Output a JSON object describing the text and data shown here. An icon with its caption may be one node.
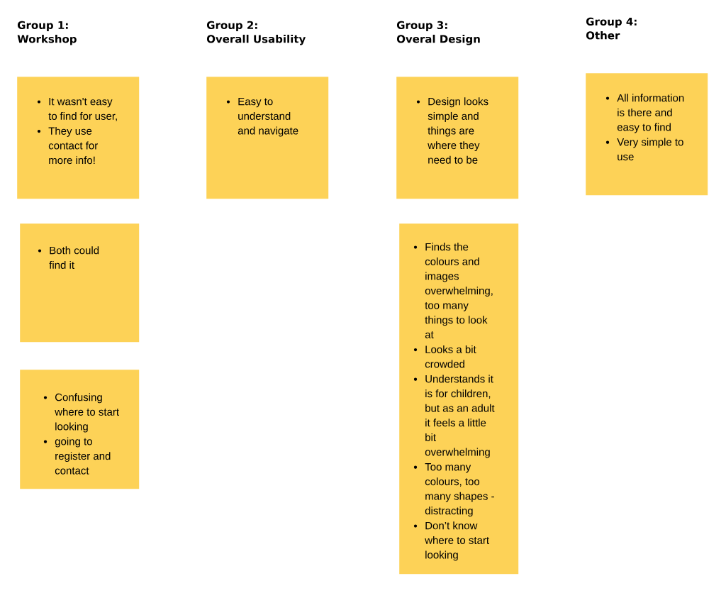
{
  "diagram": {
    "nodes": [
      {
        "text": [
          "It wasn't easy to find for user,",
          "They use contact for more info!"
        ]
      },
      {
        "text": [
          "Easy to understand and navigate"
        ]
      },
      {
        "text": [
          "Design looks simple and things are where they need to be"
        ]
      },
      {
        "text": [
          "All information is there and easy to find",
          "Very simple to use"
        ]
      },
      {
        "text": [
          "Both could find it"
        ]
      },
      {
        "text": [
          "Finds the colours and images overwhelming, too many things to look at",
          "Looks a bit crowded",
          "Understands it is for children, but as an adult it feels a little bit overwhelming",
          "Too many colours, too many shapes - distracting",
          "Don’t know where to start looking"
        ]
      },
      {
        "text": [
          "Confusing where to start looking",
          "going to register and contact"
        ]
      }
    ],
    "labels": [
      "Group 1: Workshop",
      "Group 2: Overall Usability",
      "Group 3: Overal Design",
      "Group 4: Other"
    ]
  }
}
